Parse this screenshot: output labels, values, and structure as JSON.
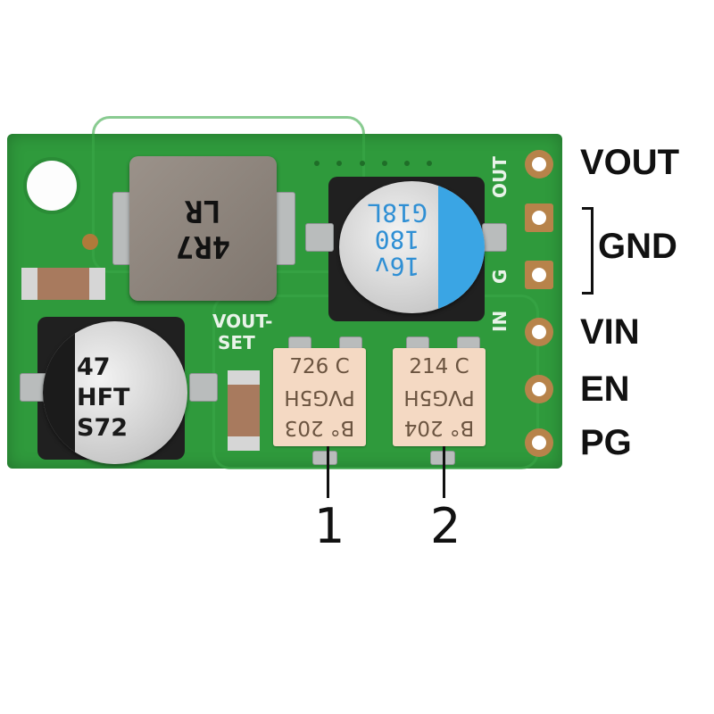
{
  "board": {
    "inductor_marking": [
      "4R7",
      "LR"
    ],
    "output_cap_marking": [
      "16v",
      "180",
      "G18L"
    ],
    "input_cap_marking": [
      "47",
      "HFT",
      "S72"
    ],
    "silkscreen": {
      "vout_set": [
        "VOUT-",
        "SET"
      ],
      "pin_out": "OUT",
      "pin_g": "G",
      "pin_in": "IN"
    },
    "potentiometers": [
      {
        "line1": "726 C",
        "line2": "PVG5H",
        "line3": "B° 203"
      },
      {
        "line1": "214 C",
        "line2": "PVG5H",
        "line3": "B° 204"
      }
    ]
  },
  "pins": [
    {
      "label": "VOUT"
    },
    {
      "label": "GND"
    },
    {
      "label": "VIN"
    },
    {
      "label": "EN"
    },
    {
      "label": "PG"
    }
  ],
  "callouts": [
    "1",
    "2"
  ]
}
